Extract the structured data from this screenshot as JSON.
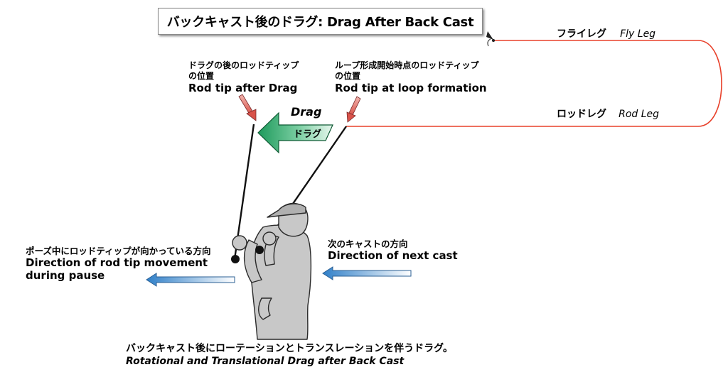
{
  "title": "バックキャスト後のドラグ: Drag After Back Cast",
  "fly_leg": {
    "jp": "フライレグ",
    "en": "Fly Leg"
  },
  "rod_leg": {
    "jp": "ロッドレグ",
    "en": "Rod Leg"
  },
  "rod_tip_after_drag": {
    "jp_line1": "ドラグの後のロッドティップ",
    "jp_line2": "の位置",
    "en": "Rod tip after Drag"
  },
  "rod_tip_loop_formation": {
    "jp_line1": "ループ形成開始時点のロッドティップ",
    "jp_line2": "の位置",
    "en": "Rod tip at loop formation"
  },
  "drag_arrow": {
    "en": "Drag",
    "jp": "ドラグ"
  },
  "pause_direction": {
    "jp": "ポーズ中にロッドティップが向かっている方向",
    "en_line1": "Direction of rod tip movement",
    "en_line2": "during pause"
  },
  "next_cast": {
    "jp": "次のキャストの方向",
    "en": "Direction of next cast"
  },
  "caption": {
    "jp": "バックキャスト後にローテーションとトランスレーションを伴うドラグ。",
    "en": "Rotational and Translational Drag after Back Cast"
  },
  "colors": {
    "line": "#e8402a",
    "drag_green": "#1e9a5c",
    "blue_arrow": "#3a8fd6",
    "figure_gray": "#c8c8c8"
  }
}
